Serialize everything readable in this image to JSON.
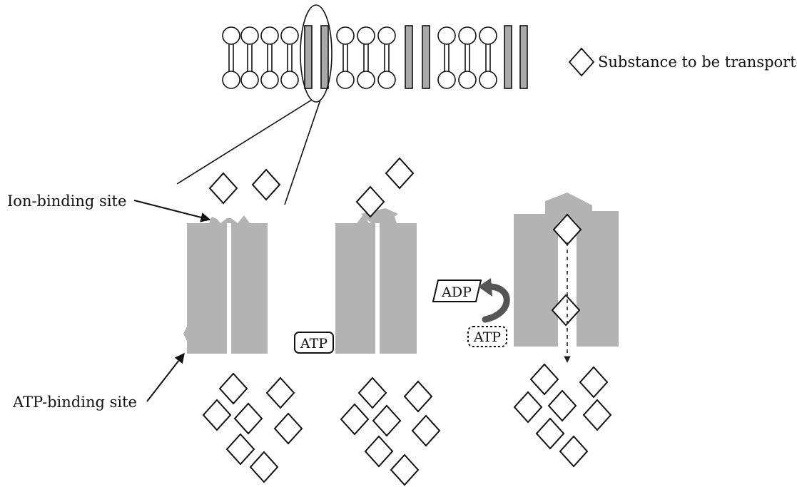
{
  "legend": {
    "label": "Substance to be transported"
  },
  "labels": {
    "ion_binding_site": "Ion-binding site",
    "atp_binding_site": "ATP-binding site"
  },
  "tags": {
    "atp_stage2": "ATP",
    "adp_stage3": "ADP",
    "atp_stage3": "ATP"
  },
  "colors": {
    "protein": "#b3b3b3",
    "protein_dark": "#8a8a8a",
    "arrow": "#555555",
    "ink": "#111111"
  }
}
